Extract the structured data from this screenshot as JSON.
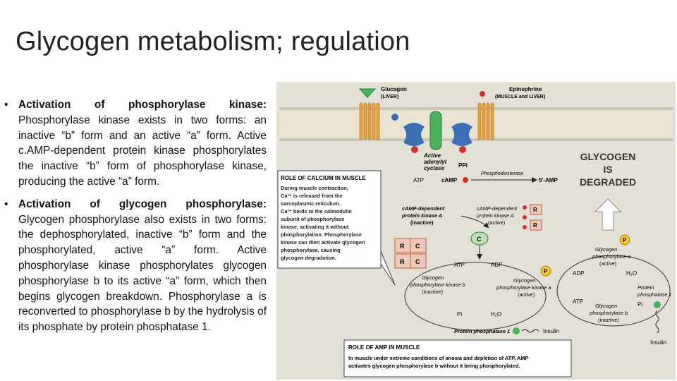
{
  "title": "Glycogen metabolism; regulation",
  "bullets": [
    {
      "head": "Activation of phosphorylase kinase:",
      "body": "Phosphorylase kinase exists in two forms: an inactive “b” form and an active “a” form. Active c.AMP-dependent protein kinase phosphorylates the inactive “b” form of phosphorylase kinase, producing the active “a” form."
    },
    {
      "head": "Activation of glycogen phosphorylase:",
      "body": "Glycogen phosphorylase also exists in two forms: the dephosphorylated, inactive “b” form and the phosphorylated, active “a” form. Active phosphorylase kinase phosphorylates glycogen phosphorylase b to its active “a” form, which then begins glycogen breakdown. Phosphorylase a is reconverted to phosphorylase b by the hydrolysis of its phosphate by protein phosphatase 1."
    }
  ],
  "figure": {
    "glucagon": "Glucagon",
    "glucagon_source": "(LIVER)",
    "epinephrine": "Epinephrine",
    "epinephrine_source": "(MUSCLE and LIVER)",
    "adenylyl_cyclase_1": "Active",
    "adenylyl_cyclase_2": "adenylyl",
    "adenylyl_cyclase_3": "cyclase",
    "ppi": "PPi",
    "atp_top": "ATP",
    "camp": "cAMP",
    "phosphodiesterase": "Phosphodiesterase",
    "amp5": "5'-AMP",
    "degraded_1": "GLYCOGEN",
    "degraded_2": "IS",
    "degraded_3": "DEGRADED",
    "calcium_title": "ROLE OF CALCIUM IN MUSCLE",
    "calcium_lines": [
      "During muscle contraction,",
      "Ca²⁺ is released from the",
      "sarcoplasmic reticulum.",
      "Ca²⁺ binds to the calmodulin",
      "subunit of phosphorylase",
      "kinase, activating it without",
      "phosphorylation. Phosphorylase",
      "kinase can then activate glycogen",
      "phosphorylase, causing",
      "glycogen degradation."
    ],
    "pka_inactive": [
      "cAMP-dependent",
      "protein kinase A",
      "(inactive)"
    ],
    "pka_active": [
      "cAMP-dependent",
      "protein kinase A",
      "(active)"
    ],
    "c_label": "C",
    "r_label": "R",
    "p_label": "P",
    "atp_mid": "ATP",
    "adp_mid": "ADP",
    "gpk_b": [
      "Glycogen",
      "phosphorylase kinase b",
      "(inactive)"
    ],
    "gpk_a": [
      "Glycogen",
      "phosphorylase kinase a",
      "(active)"
    ],
    "pi_left": "Pi",
    "h2o_left": "H₂O",
    "pp1_left": "Protein phosphatase 1",
    "insulin_left": "Insulin",
    "gp_a": [
      "Glycogen",
      "phosphorylase a",
      "(active)"
    ],
    "adp_right": "ADP",
    "h2o_right": "H₂O",
    "atp_right": "ATP",
    "pi_right": "Pi",
    "pp1_right": [
      "Protein",
      "phosphatase 1"
    ],
    "gp_b": [
      "Glycogen",
      "phosphorylase b",
      "(inactive)"
    ],
    "insulin_right": "Insulin",
    "amp_title": "ROLE OF AMP IN MUSCLE",
    "amp_lines": [
      "In muscle under extreme conditions of anoxia and depletion of ATP, AMP",
      "activates glycogen phosphorylase b without it being phosphorylated."
    ],
    "colors": {
      "background": "#e3e0d6",
      "orange": "#e8a33a",
      "receptor_blue": "#3b6fb6",
      "g_protein_green": "#49b25a",
      "red": "#d0312d",
      "yellow_p": "#f4c82a",
      "white_arrow": "#ffffff"
    }
  }
}
